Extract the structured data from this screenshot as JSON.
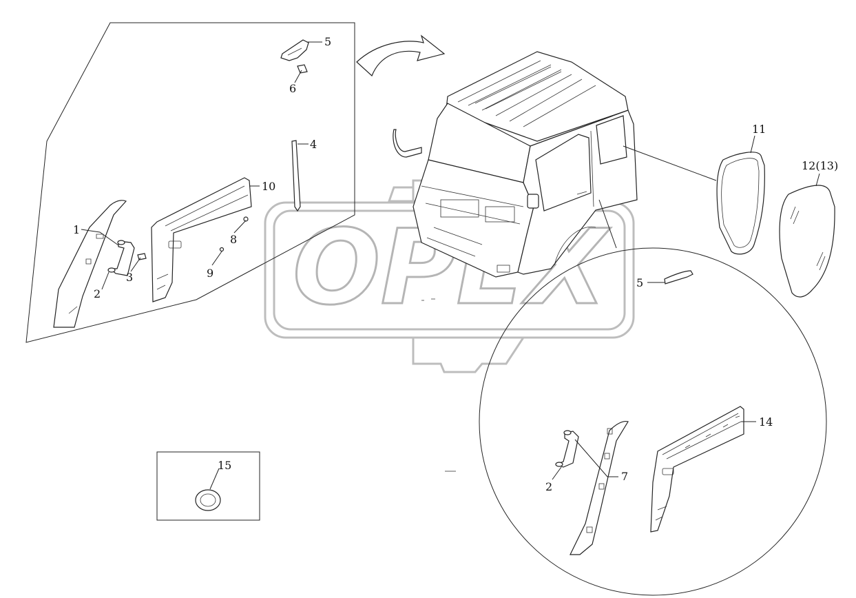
{
  "watermark": {
    "text": "OPEX"
  },
  "callouts": [
    {
      "id": "c1",
      "text": "1"
    },
    {
      "id": "c2",
      "text": "2"
    },
    {
      "id": "c3",
      "text": "3"
    },
    {
      "id": "c4",
      "text": "4"
    },
    {
      "id": "c5a",
      "text": "5"
    },
    {
      "id": "c6",
      "text": "6"
    },
    {
      "id": "c8",
      "text": "8"
    },
    {
      "id": "c9",
      "text": "9"
    },
    {
      "id": "c10",
      "text": "10"
    },
    {
      "id": "c11",
      "text": "11"
    },
    {
      "id": "c12",
      "text": "12(13)"
    },
    {
      "id": "c5b",
      "text": "5"
    },
    {
      "id": "c2b",
      "text": "2"
    },
    {
      "id": "c7",
      "text": "7"
    },
    {
      "id": "c14",
      "text": "14"
    },
    {
      "id": "c15",
      "text": "15"
    }
  ]
}
